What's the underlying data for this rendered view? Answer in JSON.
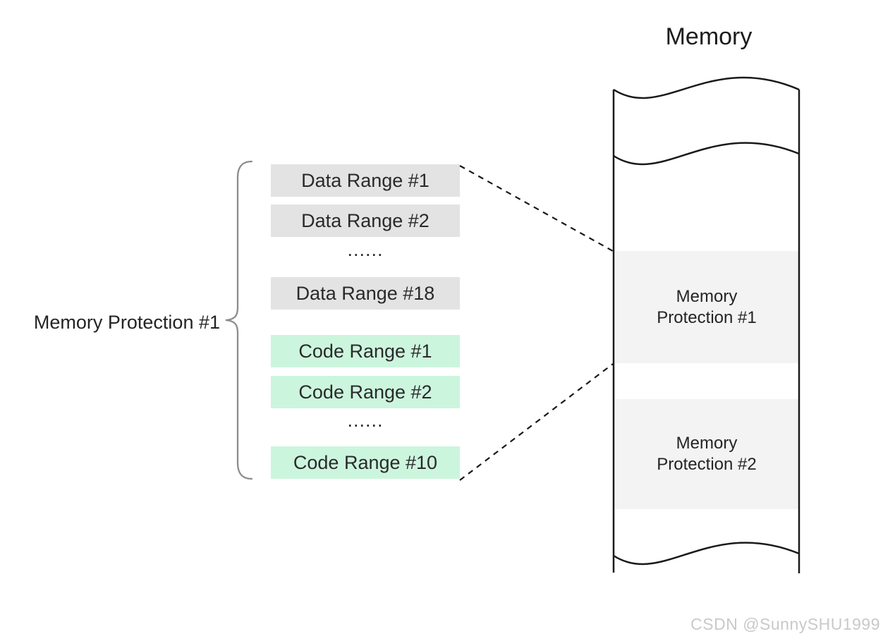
{
  "title": "Memory",
  "brace_label": "Memory Protection #1",
  "data_ranges": [
    "Data Range #1",
    "Data Range #2",
    "......",
    "Data Range #18"
  ],
  "code_ranges": [
    "Code Range #1",
    "Code Range #2",
    "......",
    "Code Range #10"
  ],
  "memory_regions": [
    {
      "line1": "Memory",
      "line2": "Protection #1"
    },
    {
      "line1": "Memory",
      "line2": "Protection #2"
    }
  ],
  "watermark": "CSDN @SunnySHU1999",
  "colors": {
    "data_range_bg": "#e3e3e3",
    "code_range_bg": "#ccf5de",
    "protection_region_bg": "#f3f3f3",
    "outline": "#1a1a1a",
    "brace": "#8c8c8c",
    "watermark": "#c9c9c9"
  }
}
